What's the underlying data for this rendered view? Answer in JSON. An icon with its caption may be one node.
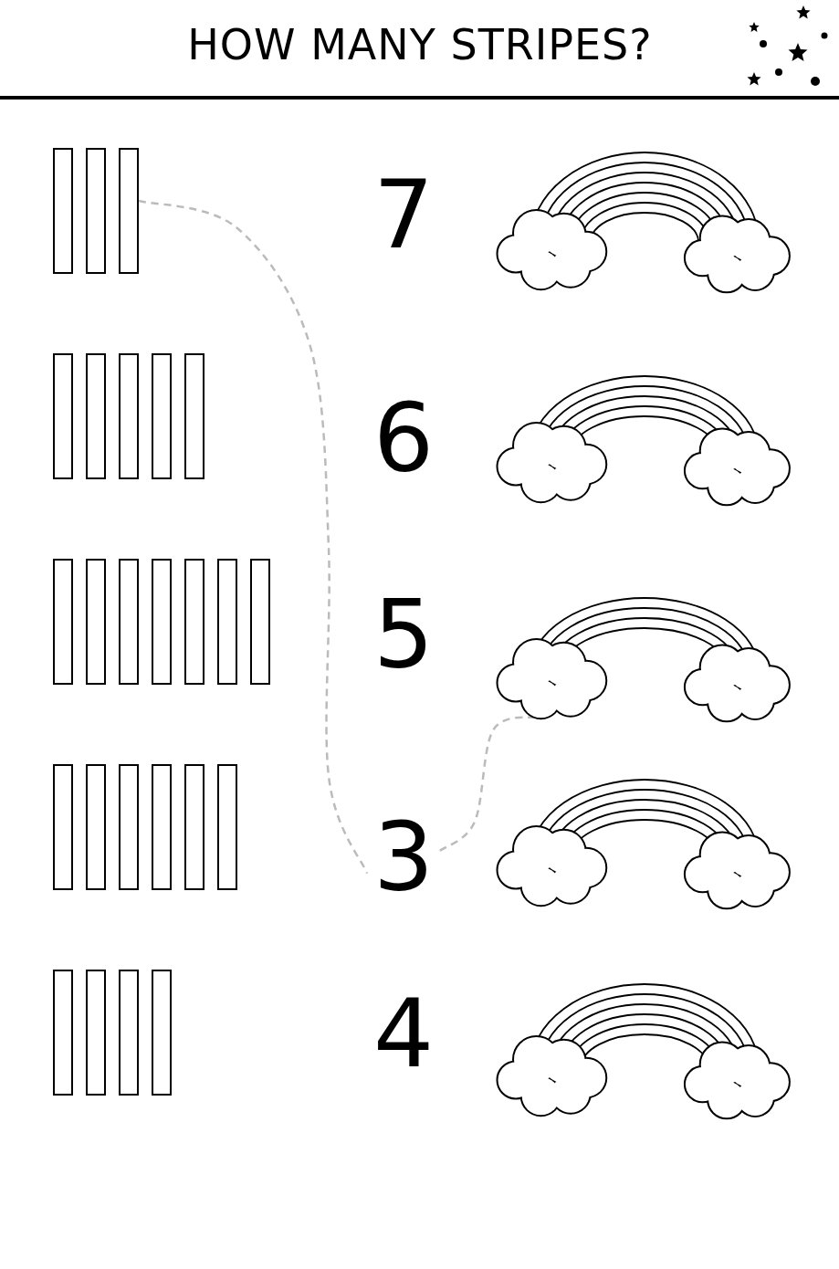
{
  "diagram": {
    "title": "HOW MANY STRIPES?",
    "nodes": [
      {
        "text": [],
        "shape": "bar"
      },
      {
        "text": [
          "7"
        ]
      },
      {
        "text": [],
        "shape": "picture"
      },
      {
        "text": [],
        "shape": "bar"
      },
      {
        "text": [
          "6"
        ]
      },
      {
        "text": [],
        "shape": "picture"
      },
      {
        "text": [],
        "shape": "bar"
      },
      {
        "text": [
          "5"
        ]
      },
      {
        "text": [],
        "shape": "picture"
      },
      {
        "text": [],
        "shape": "bar"
      },
      {
        "text": [
          "3"
        ]
      },
      {
        "text": [],
        "shape": "picture"
      },
      {
        "text": [],
        "shape": "bar"
      },
      {
        "text": [
          "4"
        ]
      },
      {
        "text": [],
        "shape": "picture"
      }
    ],
    "edges": [
      {
        "from": 0,
        "to": 10,
        "arrow": "none",
        "style": "dashed"
      },
      {
        "from": 10,
        "to": 8,
        "arrow": "none",
        "style": "dashed"
      }
    ]
  }
}
